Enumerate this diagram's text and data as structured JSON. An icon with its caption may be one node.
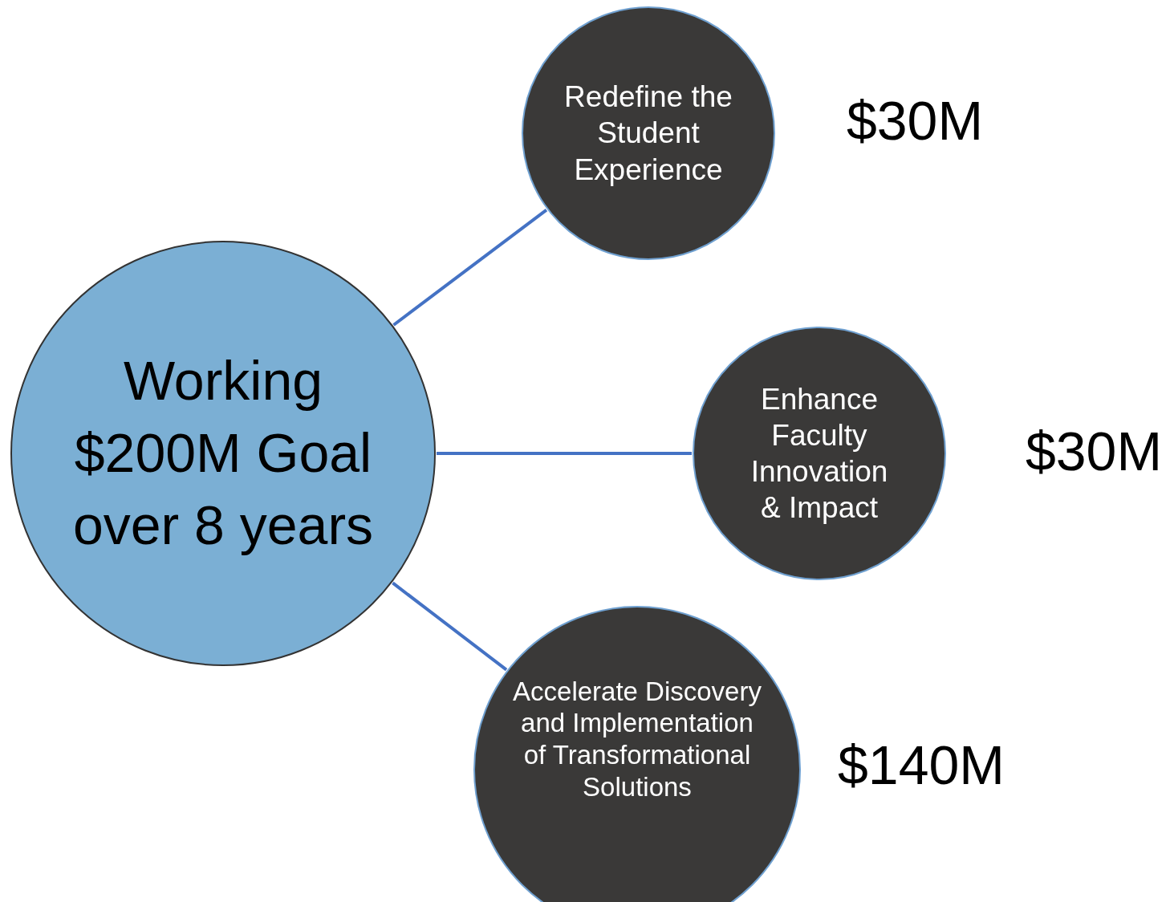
{
  "diagram": {
    "nodes": [
      {
        "text": [
          "Working $200M Goal over 8 years"
        ]
      },
      {
        "text": [
          "Redefine the Student Experience"
        ],
        "beside": [
          "$30M"
        ]
      },
      {
        "text": [
          "Enhance Faculty Innovation & Impact"
        ],
        "beside": [
          "$30M"
        ]
      },
      {
        "text": [
          "Accelerate Discovery and Implementation of Transformational Solutions"
        ],
        "beside": [
          "$140M"
        ]
      }
    ],
    "edges": [
      {
        "from": 0,
        "to": 1,
        "arrow": "none"
      },
      {
        "from": 0,
        "to": 2,
        "arrow": "none"
      },
      {
        "from": 0,
        "to": 3,
        "arrow": "none"
      }
    ]
  }
}
